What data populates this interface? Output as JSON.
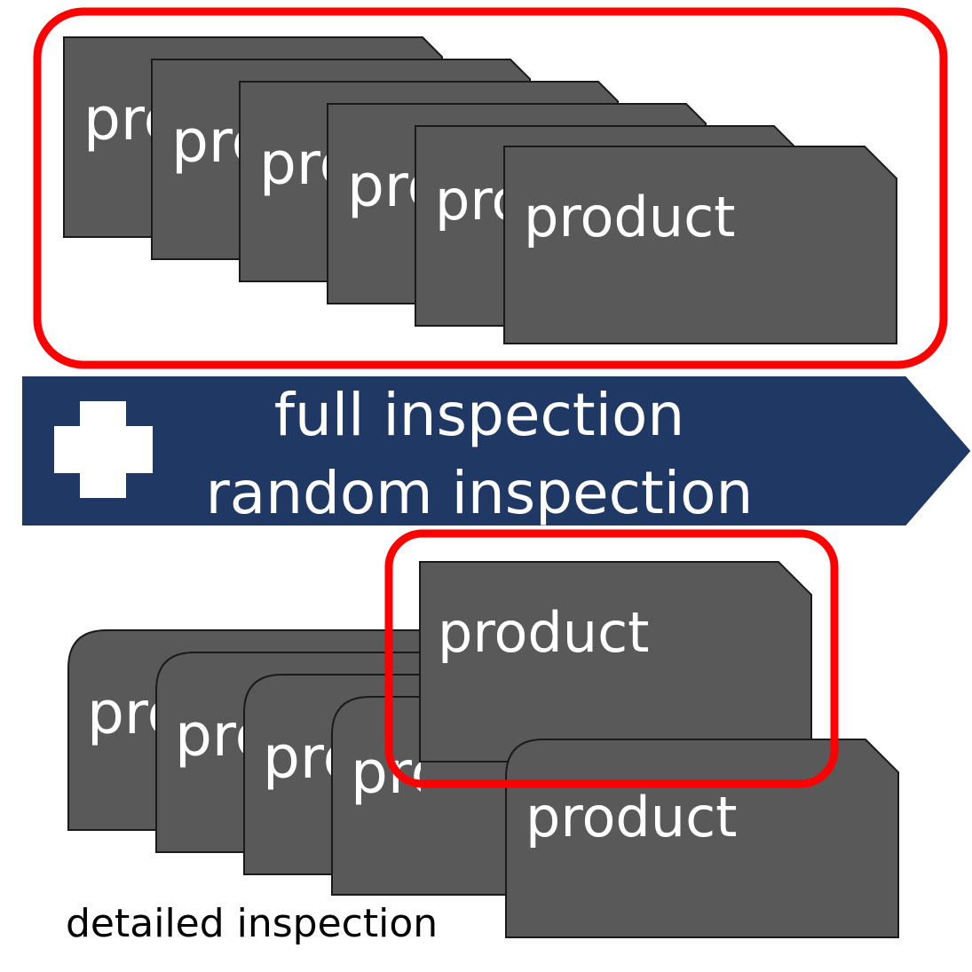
{
  "colors": {
    "card_fill": "#595959",
    "card_stroke": "#1a1a1a",
    "highlight_stroke": "#ff0000",
    "banner_fill": "#203864",
    "banner_text": "#ffffff",
    "plus_fill": "#ffffff",
    "caption_text": "#000000"
  },
  "top_group": {
    "card_labels": [
      "product",
      "product",
      "product",
      "product",
      "product",
      "product"
    ]
  },
  "banner": {
    "icon": "plus-icon",
    "line1": "full inspection",
    "line2": "random inspection"
  },
  "bottom_group": {
    "card_labels": [
      "product",
      "product",
      "product",
      "product"
    ],
    "selected_card_label": "product",
    "front_card_label": "product",
    "caption": "detailed inspection"
  }
}
